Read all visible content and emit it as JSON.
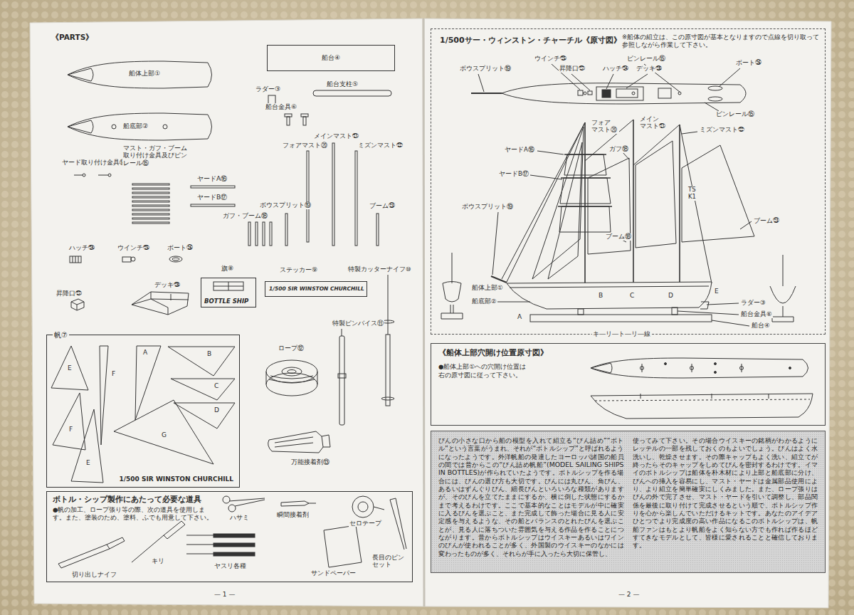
{
  "diagram": {
    "title": "《PARTS》",
    "nodes": [
      {
        "text": [
          "船台④"
        ]
      },
      {
        "text": [
          "BOTTLE SHIP"
        ]
      },
      {
        "text": [
          "1/500 SIR WINSTON CHURCHILL"
        ]
      },
      {
        "text": [
          "帆⑦",
          "1/500 SIR WINSTON CHURCHILL"
        ]
      },
      {
        "text": [
          "ボトル・シップ製作にあたって必要な道具",
          "●帆の加工、ロープ張り等の際、次の道具を使用します。また、塗装のため、塗料、ふでも用意して下さい。"
        ]
      },
      {
        "text": [
          "1/500サー・ウィンストン・チャーチル《原寸図》",
          "※船体の組立は、この原寸図が基本となりますので点線を切り取って参照しながら作業して下さい。"
        ]
      },
      {
        "text": [
          "《船体上部穴開け位置原寸図》",
          "●船体上部①への穴開け位置は右の原寸図に従って下さい。"
        ]
      },
      {
        "text": [
          "びんの小さな口から船の模型を入れて組立る“びん詰め”“ボトル”という言葉がうまれ、それが“ボトルシップ”と呼ばれるようになったようです。外洋帆船の発達したヨーロッパ諸国の船員の間では昔からこの“びん詰め帆船”(MODEL SAILING SHIPS IN BOTTLES)が作られていたようです。ボトルシップを作る場合には、びんの選び方も大切です。びんには丸びん、角びん、あるいはずんぐりびん、細長びんといろいろな種類がありますが、そのびんを立てたままにするか、横に倒した状態にするかまで考えるわけです。ここで基本的なことはモデルが中に確実に入るびんを選ぶこと、また完成して飾った場合に見る人に安定感を与えるような、その船とバランスのとれたびんを選ぶことが、見る人に落ちついた雰囲気を与える作品を作ることにつながります。昔からボトルシップはウイスキーあるいはワインのびんが使われることが多く、外国製のウイスキーのなかには変わったものが多く、それらが手に入ったら大切に保管し、",
          "使ってみて下さい。その場合ウイスキーの銘柄がわかるようにレッテルの一部を残しておくのもよいでしょう。びんはよく水洗いし、乾燥させます。その際キャップもよく洗い、組立てが終ったらそのキャップをしめてびんを密封するわけです。イマイのボトルシップは船体を朴木材により上部と船底部に分け、びんへの挿入を容易にし、マスト・ヤードは金属部品使用により、より組立を簡単確実にしくみました。また、ロープ張りはびんの外で完了させ、マスト・ヤードを引いて調整し、部品関係を最後に取り付けて完成させるという順で、ボトルシップ作りを心から楽しんでいただけるキットです。あなたのアイデアひとつでより完成度の高い作品になるこのボトルシップは、帆船ファンはもとより帆船をよく知らない方でも作れば作るほどすてきなモデルとして、皆様に愛されることと確信しております。"
        ]
      }
    ],
    "labels": [
      "船体上部①",
      "船底部②",
      "ラダー③",
      "船台支柱⑤",
      "船台金具⑥",
      "メインマスト㉑",
      "フォアマスト⑳",
      "ミズンマスト㉒",
      "ヤード取り付け金具⑭",
      "マスト・ガフ・ブーム取り付け金具及びピンレール⑮",
      "ヤードA⑯",
      "ヤードB⑰",
      "ボウスプリット⑲",
      "ガフ・ブーム⑱",
      "ブーム㉓",
      "ハッチ㉔",
      "ウインチ㉕",
      "ボート㉖",
      "昇降口㉗",
      "デッキ㉘",
      "旗⑧",
      "ステッカー⑨",
      "特製カッターナイフ⑩",
      "特製ピンバイス⑪",
      "ロープ⑫",
      "万能接着剤⑬",
      "E",
      "A",
      "B",
      "F",
      "C",
      "D",
      "F",
      "G",
      "E",
      "ハサミ",
      "瞬間接着剤",
      "セロテープ",
      "切り出しナイフ",
      "キリ",
      "ヤスリ各種",
      "サンドペーパー",
      "長目のピンセット",
      "— 1 —",
      "ウインチ㉕",
      "昇降口㉗",
      "ハッチ㉔",
      "ピンレール⑮",
      "デッキ㉘",
      "ボート㉖",
      "ボウスプリット⑲",
      "ピンレール⑮",
      "フォア マスト⑳",
      "メイン マスト㉑",
      "ミズンマスト㉒",
      "ヤードA⑯",
      "ガフ⑱",
      "ヤードB⑰",
      "ボウスプリット⑲",
      "TS K1",
      "ブーム㉓",
      "ブーム⑱",
      "船体上部①",
      "船底部②",
      "A",
      "B",
      "C",
      "D",
      "E",
      "ラダー③",
      "船台金具⑥",
      "船台④",
      "キ―リ―ト―リ―線",
      "— 2 —"
    ]
  }
}
